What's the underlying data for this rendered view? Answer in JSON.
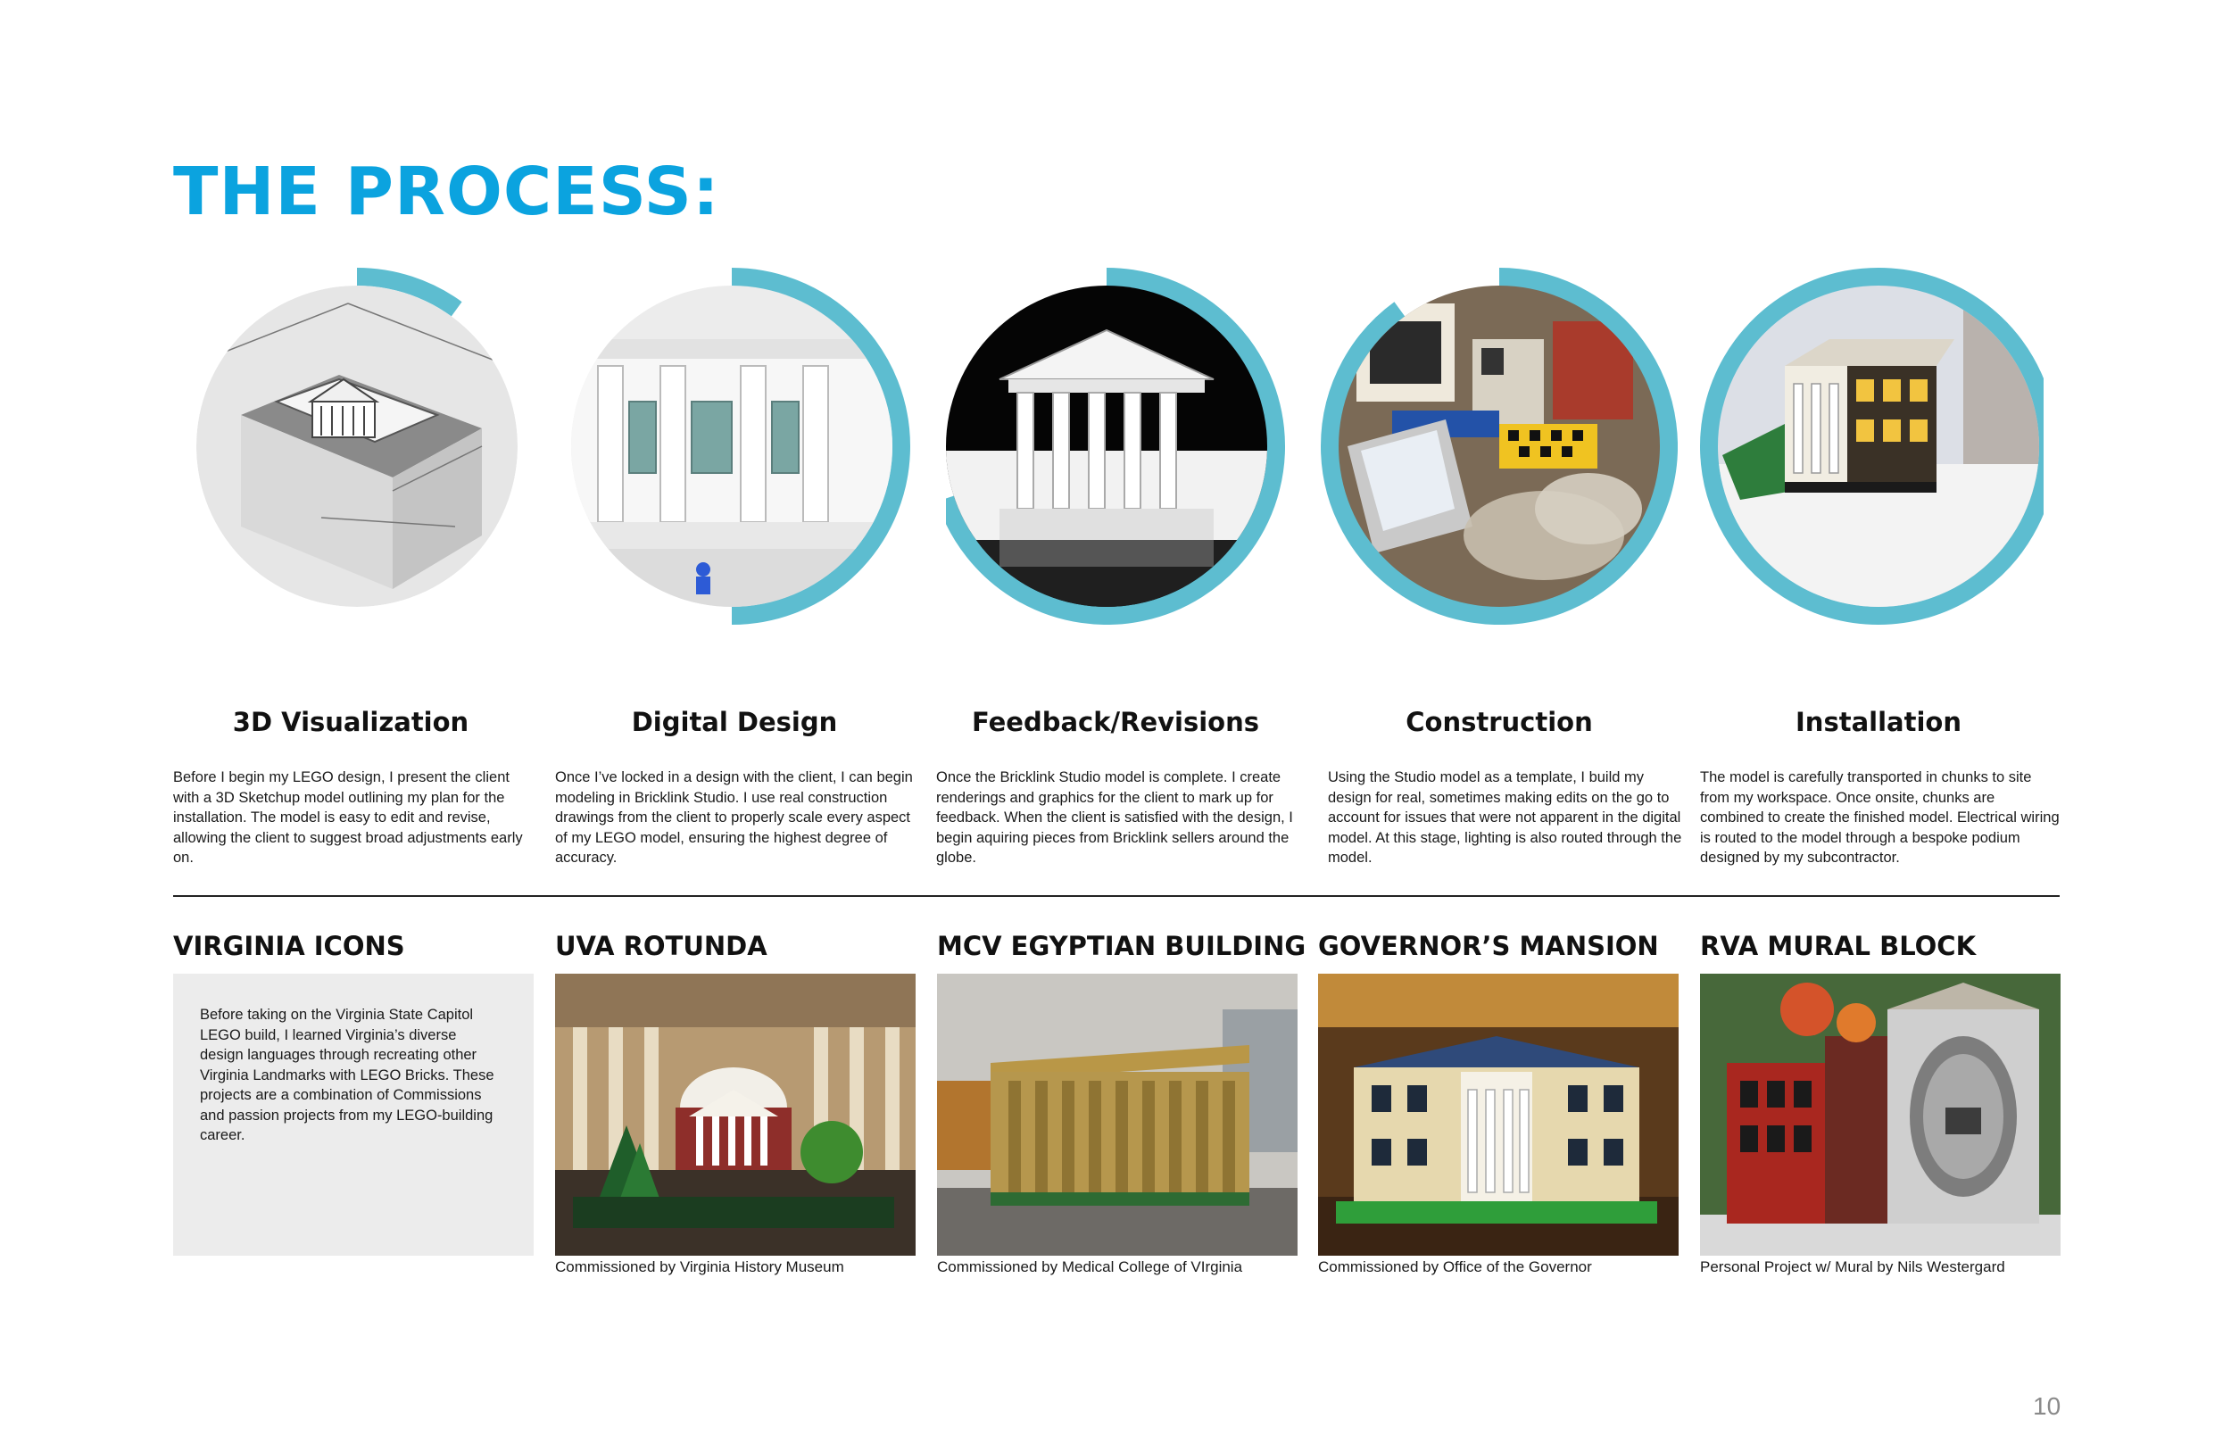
{
  "heading": "THE PROCESS:",
  "accent_color": "#0ba3df",
  "ring_color": "#5dbdd0",
  "stages": [
    {
      "title": "3D Visualization",
      "progress": 0.1,
      "description": "Before I begin my LEGO design, I present the client with a 3D Sketchup model outlining my plan for the installation. The model is easy to edit and revise, allowing the client to suggest broad adjustments early on."
    },
    {
      "title": "Digital Design",
      "progress": 0.5,
      "description": "Once I’ve locked in a design with the client, I can begin modeling in Bricklink Studio. I use real construction drawings from the client to properly scale every aspect of my LEGO model, ensuring the highest degree of accuracy."
    },
    {
      "title": "Feedback/Revisions",
      "progress": 0.7,
      "description": "Once the Bricklink Studio model is complete. I create renderings and graphics for the client to mark up for feedback. When the client is satisfied with the design, I begin aquiring pieces from Bricklink sellers around the globe."
    },
    {
      "title": "Construction",
      "progress": 0.9,
      "description": "Using the Studio model as a template, I build my design for real, sometimes making edits on the go to account for issues that were not apparent in the digital model. At this stage, lighting is also routed through the model."
    },
    {
      "title": "Installation",
      "progress": 1.0,
      "description": "The model is carefully transported in chunks to site from my workspace. Once onsite, chunks are combined to create the finished model. Electrical wiring is routed to the model through a bespoke podium designed by my subcontractor."
    }
  ],
  "icons": {
    "title": "VIRGINIA ICONS",
    "intro": "Before taking on the Virginia State Capitol LEGO build, I learned Virginia’s diverse design languages through recreating other Virginia Landmarks with LEGO Bricks. These projects are a combination of Commissions and passion projects from my LEGO-building career.",
    "projects": [
      {
        "title": "UVA ROTUNDA",
        "caption": "Commissioned by Virginia History Museum"
      },
      {
        "title": "MCV EGYPTIAN BUILDING",
        "caption": "Commissioned by Medical College of VIrginia"
      },
      {
        "title": "GOVERNOR’S MANSION",
        "caption": "Commissioned by Office of the Governor"
      },
      {
        "title": "RVA MURAL BLOCK",
        "caption": "Personal Project w/ Mural by Nils Westergard"
      }
    ]
  },
  "page_number": "10"
}
